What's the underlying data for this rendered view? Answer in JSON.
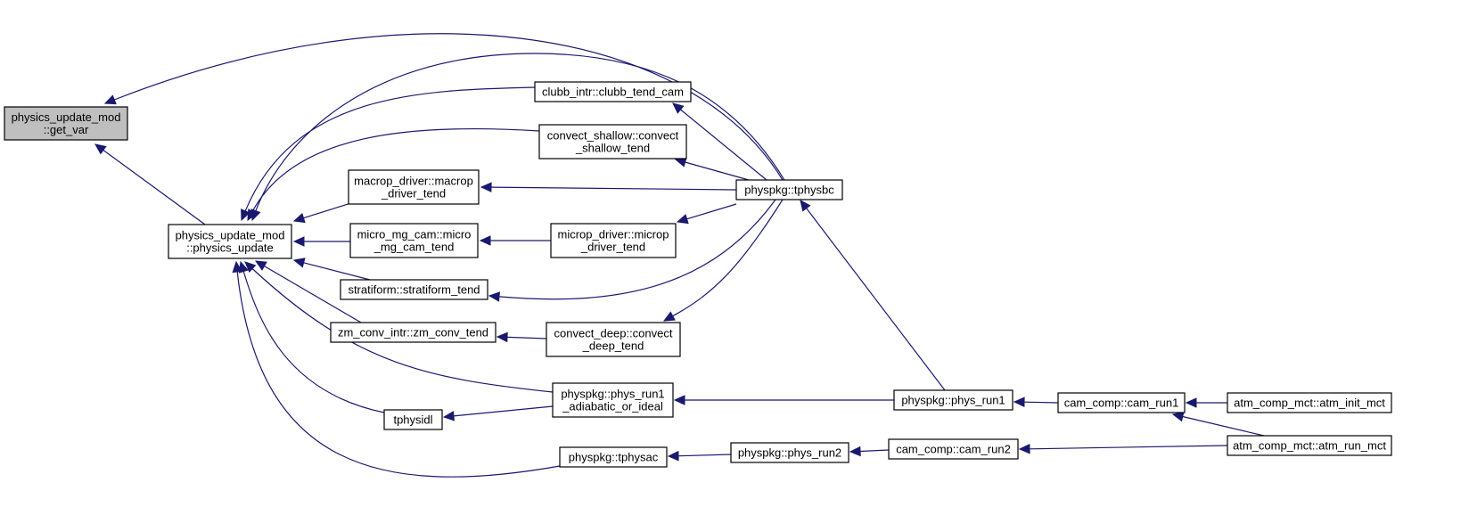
{
  "diagram": {
    "type": "caller-graph",
    "colors": {
      "edge": "#191970",
      "root_fill": "#bfbfbf",
      "node_fill": "#ffffff",
      "node_stroke": "#000000"
    },
    "nodes": [
      {
        "id": "get_var",
        "lines": [
          "physics_update_mod",
          "::get_var"
        ],
        "root": true
      },
      {
        "id": "physics_update",
        "lines": [
          "physics_update_mod",
          "::physics_update"
        ]
      },
      {
        "id": "clubb_tend_cam",
        "lines": [
          "clubb_intr::clubb_tend_cam"
        ]
      },
      {
        "id": "convect_shallow_tend",
        "lines": [
          "convect_shallow::convect",
          "_shallow_tend"
        ]
      },
      {
        "id": "macrop_driver_tend",
        "lines": [
          "macrop_driver::macrop",
          "_driver_tend"
        ]
      },
      {
        "id": "micro_mg_cam_tend",
        "lines": [
          "micro_mg_cam::micro",
          "_mg_cam_tend"
        ]
      },
      {
        "id": "microp_driver_tend",
        "lines": [
          "microp_driver::microp",
          "_driver_tend"
        ]
      },
      {
        "id": "stratiform_tend",
        "lines": [
          "stratiform::stratiform_tend"
        ]
      },
      {
        "id": "zm_conv_tend",
        "lines": [
          "zm_conv_intr::zm_conv_tend"
        ]
      },
      {
        "id": "convect_deep_tend",
        "lines": [
          "convect_deep::convect",
          "_deep_tend"
        ]
      },
      {
        "id": "phys_run1_adiabatic",
        "lines": [
          "physpkg::phys_run1",
          "_adiabatic_or_ideal"
        ]
      },
      {
        "id": "tphysidl",
        "lines": [
          "tphysidl"
        ]
      },
      {
        "id": "tphysac",
        "lines": [
          "physpkg::tphysac"
        ]
      },
      {
        "id": "tphysbc",
        "lines": [
          "physpkg::tphysbc"
        ]
      },
      {
        "id": "phys_run1",
        "lines": [
          "physpkg::phys_run1"
        ]
      },
      {
        "id": "phys_run2",
        "lines": [
          "physpkg::phys_run2"
        ]
      },
      {
        "id": "cam_run1",
        "lines": [
          "cam_comp::cam_run1"
        ]
      },
      {
        "id": "cam_run2",
        "lines": [
          "cam_comp::cam_run2"
        ]
      },
      {
        "id": "atm_init_mct",
        "lines": [
          "atm_comp_mct::atm_init_mct"
        ]
      },
      {
        "id": "atm_run_mct",
        "lines": [
          "atm_comp_mct::atm_run_mct"
        ]
      }
    ],
    "edges": [
      {
        "from": "physics_update",
        "to": "get_var"
      },
      {
        "from": "tphysbc",
        "to": "get_var"
      },
      {
        "from": "clubb_tend_cam",
        "to": "physics_update"
      },
      {
        "from": "convect_shallow_tend",
        "to": "physics_update"
      },
      {
        "from": "macrop_driver_tend",
        "to": "physics_update"
      },
      {
        "from": "micro_mg_cam_tend",
        "to": "physics_update"
      },
      {
        "from": "stratiform_tend",
        "to": "physics_update"
      },
      {
        "from": "zm_conv_tend",
        "to": "physics_update"
      },
      {
        "from": "phys_run1_adiabatic",
        "to": "physics_update"
      },
      {
        "from": "tphysidl",
        "to": "physics_update"
      },
      {
        "from": "tphysac",
        "to": "physics_update"
      },
      {
        "from": "tphysbc",
        "to": "physics_update"
      },
      {
        "from": "tphysbc",
        "to": "clubb_tend_cam"
      },
      {
        "from": "tphysbc",
        "to": "convect_shallow_tend"
      },
      {
        "from": "tphysbc",
        "to": "macrop_driver_tend"
      },
      {
        "from": "microp_driver_tend",
        "to": "micro_mg_cam_tend"
      },
      {
        "from": "tphysbc",
        "to": "microp_driver_tend"
      },
      {
        "from": "tphysbc",
        "to": "stratiform_tend"
      },
      {
        "from": "convect_deep_tend",
        "to": "zm_conv_tend"
      },
      {
        "from": "tphysbc",
        "to": "convect_deep_tend"
      },
      {
        "from": "phys_run1_adiabatic",
        "to": "tphysidl"
      },
      {
        "from": "phys_run1",
        "to": "tphysbc"
      },
      {
        "from": "phys_run1",
        "to": "phys_run1_adiabatic"
      },
      {
        "from": "phys_run2",
        "to": "tphysac"
      },
      {
        "from": "cam_run1",
        "to": "phys_run1"
      },
      {
        "from": "cam_run2",
        "to": "phys_run2"
      },
      {
        "from": "atm_init_mct",
        "to": "cam_run1"
      },
      {
        "from": "atm_run_mct",
        "to": "cam_run1"
      },
      {
        "from": "atm_run_mct",
        "to": "cam_run2"
      }
    ]
  }
}
